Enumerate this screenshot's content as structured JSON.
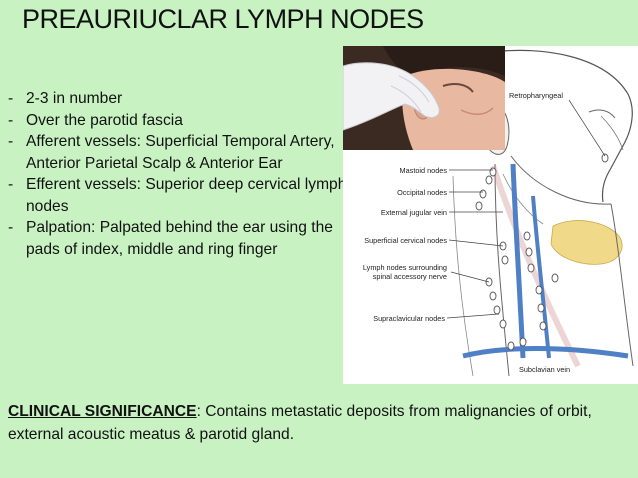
{
  "slide": {
    "title": "PREAURIUCLAR LYMPH NODES",
    "bullets": [
      "2-3 in number",
      "Over the parotid fascia",
      "Afferent vessels: Superficial Temporal Artery, Anterior Parietal Scalp & Anterior Ear",
      "Efferent vessels: Superior deep cervical lymph nodes",
      "Palpation: Palpated behind the ear using the pads of index, middle and ring finger"
    ],
    "clinical": {
      "heading": "CLINICAL SIGNIFICANCE",
      "text": ": Contains metastatic deposits from malignancies of orbit, external acoustic meatus & parotid gland."
    }
  },
  "diagram": {
    "labels": {
      "retropharyngeal": "Retropharyngeal",
      "mastoid": "Mastoid nodes",
      "occipital": "Occipital nodes",
      "ext_jugular": "External jugular vein",
      "superficial_cervical": "Superficial cervical nodes",
      "spinal_line1": "Lymph nodes surrounding",
      "spinal_line2": "spinal accessory nerve",
      "supraclavicular": "Supraclavicular nodes",
      "subclavian": "Subclavian vein"
    }
  },
  "colors": {
    "background": "#c9f2c3",
    "diagram_background": "#ffffff",
    "vein_blue": "#4f7fc4",
    "gland_yellow": "#f1d98a",
    "glove": "#f2f2f4",
    "skin": "#e9b8a0"
  }
}
